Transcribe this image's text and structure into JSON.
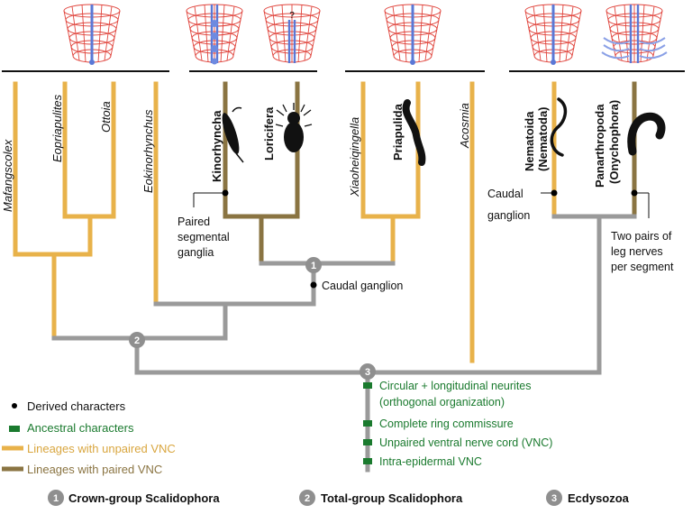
{
  "taxa": {
    "mafangscolex": "Mafangscolex",
    "eopriapulites": "Eopriapulites",
    "ottoia": "Ottoia",
    "eokinorhynchus": "Eokinorhynchus",
    "kinorhyncha": "Kinorhyncha",
    "loricifera": "Loricifera",
    "xiaoheiqingella": "Xiaoheiqingella",
    "priapulida": "Priapulida",
    "acosmia": "Acosmia",
    "nematoida_line1": "Nematoida",
    "nematoida_line2": "(Nematoda)",
    "panarthropoda_line1": "Panarthropoda",
    "panarthropoda_line2": "(Onychophora)"
  },
  "unknown_mark": "?",
  "annotations": {
    "paired_ganglia": [
      "Paired",
      "segmental",
      "ganglia"
    ],
    "caudal_ganglion_main": "Caudal ganglion",
    "caudal_ganglion_nematoida": [
      "Caudal",
      "ganglion"
    ],
    "leg_nerves": [
      "Two pairs of",
      "leg nerves",
      "per segment"
    ]
  },
  "nodes": [
    "1",
    "2",
    "3"
  ],
  "ecdysozoa_characters": [
    [
      "Circular + longitudinal neurites",
      "(orthogonal organization)"
    ],
    [
      "Complete ring commissure"
    ],
    [
      "Unpaired ventral nerve cord (VNC)"
    ],
    [
      "Intra-epidermal VNC"
    ]
  ],
  "legend": {
    "derived": "Derived characters",
    "ancestral": "Ancestral characters",
    "unpaired": "Lineages with unpaired VNC",
    "paired": "Lineages with paired VNC"
  },
  "footer": [
    {
      "num": "1",
      "label": "Crown-group Scalidophora"
    },
    {
      "num": "2",
      "label": "Total-group Scalidophora"
    },
    {
      "num": "3",
      "label": "Ecdysozoa"
    }
  ],
  "colors": {
    "unpaired": "#e8b24a",
    "paired": "#8a7442",
    "stem": "#9a9a9a",
    "ancestral": "#1a7a2e",
    "derived": "#000000",
    "diagram_mesh": "#e0443c",
    "diagram_cord": "#5a78d6"
  }
}
